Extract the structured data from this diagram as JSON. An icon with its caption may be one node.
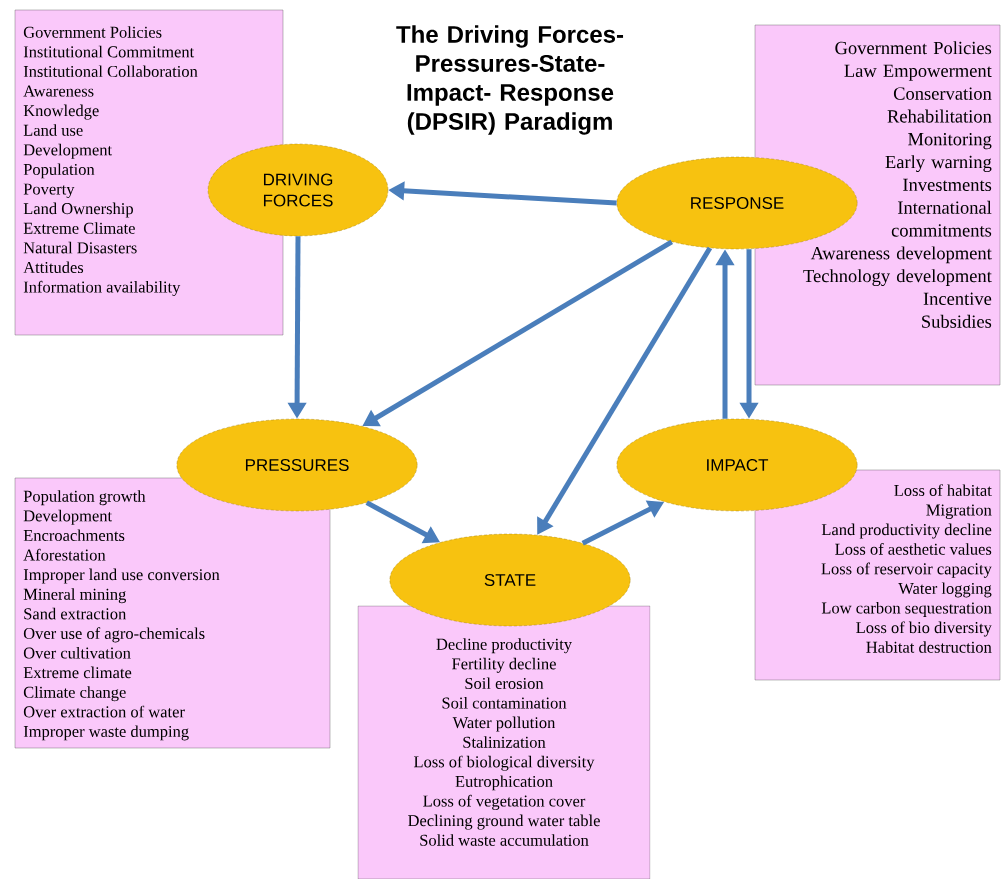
{
  "diagram": {
    "title": "The Driving Forces- Pressures-State-Impact- Response (DPSIR) Paradigm",
    "nodes": [
      {
        "text": [
          "Government Policies",
          "Institutional Commitment",
          "Institutional Collaboration",
          "Awareness",
          "Knowledge",
          "Land use",
          "Development",
          "Population",
          "Poverty",
          "Land Ownership",
          "Extreme Climate",
          "Natural Disasters",
          "Attitudes",
          "Information availability"
        ]
      },
      {
        "text": [
          "DRIVING FORCES"
        ]
      },
      {
        "text": [
          "RESPONSE"
        ]
      },
      {
        "text": [
          "Government Policies",
          "Law Empowerment",
          "Conservation",
          "Rehabilitation",
          "Monitoring",
          "Early warning",
          "Investments",
          "International commitments",
          "Awareness development",
          "Technology development",
          "Incentive",
          "Subsidies"
        ]
      },
      {
        "text": [
          "PRESSURES"
        ]
      },
      {
        "text": [
          "IMPACT"
        ]
      },
      {
        "text": [
          "Population growth",
          "Development",
          "Encroachments",
          "Aforestation",
          "Improper land use conversion",
          "Mineral mining",
          "Sand extraction",
          "Over use of agro-chemicals",
          "Over cultivation",
          "Extreme climate",
          "Climate change",
          "Over extraction of water",
          "Improper waste dumping"
        ]
      },
      {
        "text": [
          "STATE"
        ]
      },
      {
        "text": [
          "Loss of habitat",
          "Migration",
          "Land productivity decline",
          "Loss of aesthetic values",
          "Loss of reservoir capacity",
          "Water logging",
          "Low carbon sequestration",
          "Loss of bio diversity",
          "Habitat destruction"
        ]
      },
      {
        "text": [
          "Decline productivity",
          "Fertility decline",
          "Soil erosion",
          "Soil contamination",
          "Water pollution",
          "Stalinization",
          "Loss of biological diversity",
          "Eutrophication",
          "Loss of vegetation cover",
          "Declining ground water table",
          "Solid waste accumulation"
        ]
      }
    ],
    "edges": [
      {
        "from": 2,
        "to": 1,
        "arrow": "to"
      },
      {
        "from": 1,
        "to": 4,
        "arrow": "to"
      },
      {
        "from": 2,
        "to": 4,
        "arrow": "to"
      },
      {
        "from": 2,
        "to": 7,
        "arrow": "to"
      },
      {
        "from": 4,
        "to": 7,
        "arrow": "to"
      },
      {
        "from": 7,
        "to": 5,
        "arrow": "to"
      },
      {
        "from": 5,
        "to": 2,
        "arrow": "to"
      },
      {
        "from": 2,
        "to": 5,
        "arrow": "to"
      }
    ]
  }
}
